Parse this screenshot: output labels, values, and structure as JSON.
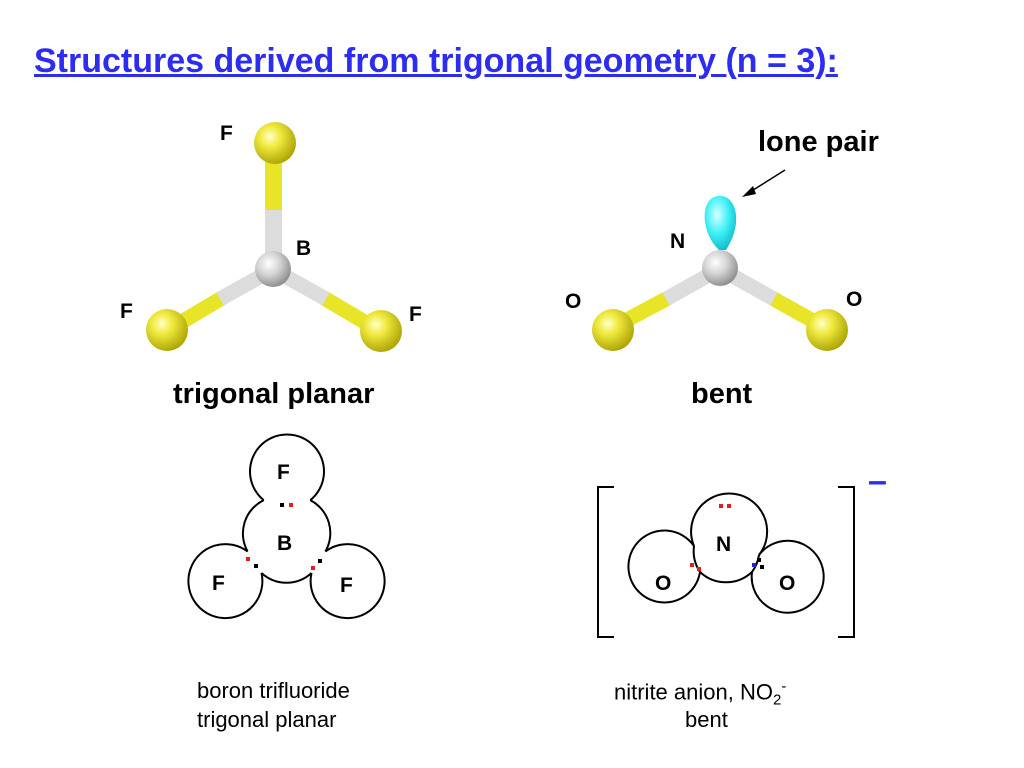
{
  "title": "Structures derived from trigonal geometry (n = 3):",
  "colors": {
    "title": "#2d2df0",
    "fluorine_oxygen_atom": "#e8e020",
    "central_atom": "#c8c8c8",
    "lone_pair": "#40f0f8",
    "electron_red": "#e02020",
    "electron_blue": "#2020e0"
  },
  "models": {
    "bf3": {
      "label": "trigonal planar",
      "atoms": {
        "top": "F",
        "center": "B",
        "left": "F",
        "right": "F"
      }
    },
    "no2": {
      "label": "bent",
      "lone_pair_label": "lone pair",
      "atoms": {
        "center": "N",
        "left": "O",
        "right": "O"
      }
    }
  },
  "lewis": {
    "bf3": {
      "atoms": {
        "top": "F",
        "center": "B",
        "left": "F",
        "right": "F"
      },
      "caption_line1": "boron trifluoride",
      "caption_line2": "trigonal planar"
    },
    "no2": {
      "atoms": {
        "center": "N",
        "left": "O",
        "right": "O"
      },
      "charge": "–",
      "caption_prefix": "nitrite anion, NO",
      "caption_sub": "2",
      "caption_sup": "-",
      "caption_line2": "bent"
    }
  }
}
